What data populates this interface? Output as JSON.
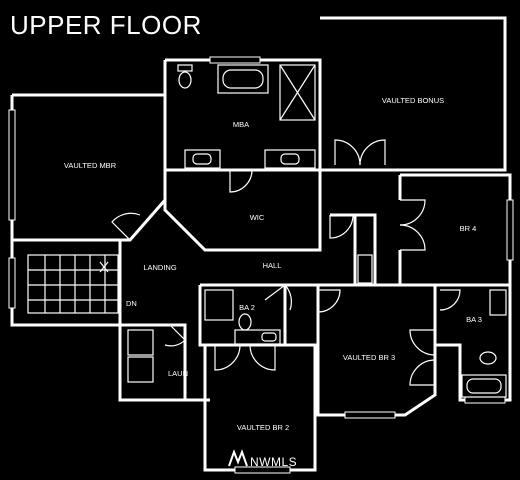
{
  "title": "UPPER FLOOR",
  "rooms": {
    "vaulted_bonus": "VAULTED BONUS",
    "mba": "MBA",
    "vaulted_mbr": "VAULTED MBR",
    "wic": "WIC",
    "br4": "BR 4",
    "landing": "LANDING",
    "hall": "HALL",
    "dn": "DN",
    "ba2": "BA 2",
    "ba3": "BA 3",
    "vaulted_br3": "VAULTED BR 3",
    "laun": "LAUN",
    "vaulted_br2": "VAULTED BR 2"
  },
  "watermark": "NWMLS",
  "colors": {
    "background": "#000000",
    "line": "#ffffff"
  }
}
